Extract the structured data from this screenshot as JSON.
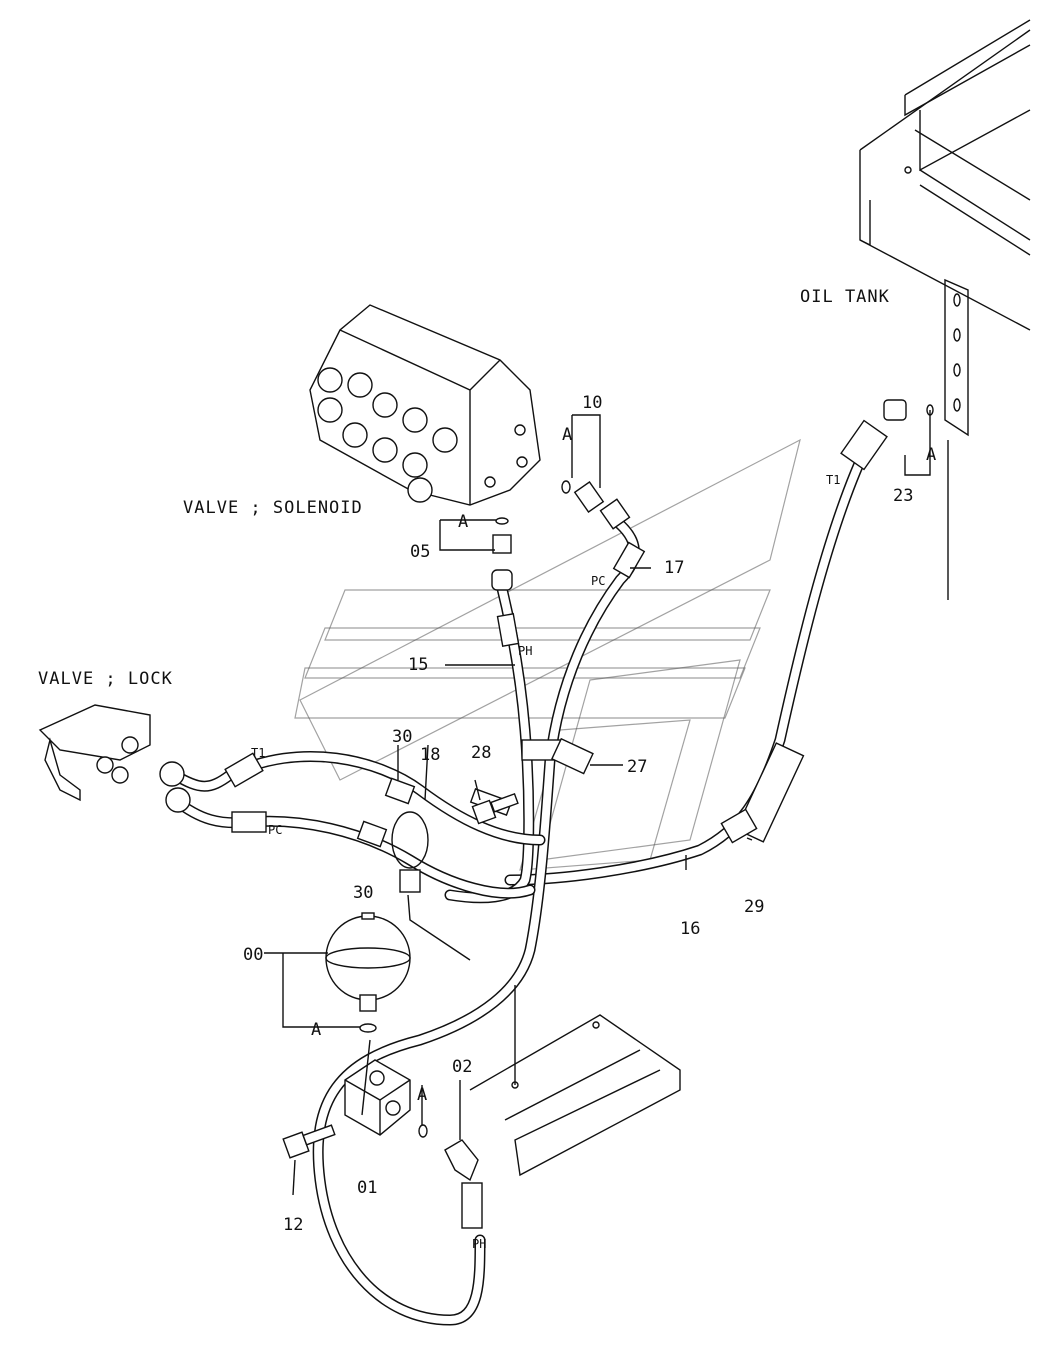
{
  "labels": {
    "oil_tank": "OIL TANK",
    "valve_solenoid": "VALVE ; SOLENOID",
    "valve_lock": "VALVE ; LOCK"
  },
  "callouts": {
    "p00": "00",
    "p01": "01",
    "p02": "02",
    "p05": "05",
    "p10": "10",
    "p12": "12",
    "p15": "15",
    "p16": "16",
    "p17": "17",
    "p18": "18",
    "p23": "23",
    "p27": "27",
    "p28": "28",
    "p29": "29",
    "p30a": "30",
    "p30b": "30"
  },
  "seal_marks": {
    "a1": "A",
    "a2": "A",
    "a3": "A",
    "a4": "A",
    "a5": "A"
  },
  "port_tags": {
    "t1_tank": "T1",
    "t1_lock": "T1",
    "pc_upper": "PC",
    "pc_lock": "PC",
    "ph_upper": "PH",
    "ph_lower": "PH"
  }
}
